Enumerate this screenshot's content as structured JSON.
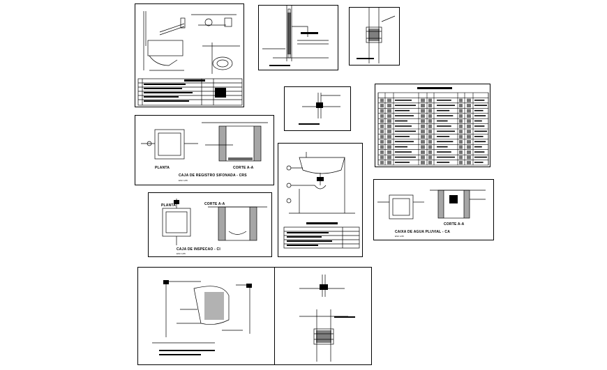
{
  "sheets": {
    "caja_registro": {
      "plan_label": "PLANTA",
      "section_label": "CORTE A-A",
      "title": "CAJA DE REGISTRO SIFONADA - CRS",
      "scale": "ESC 1/25"
    },
    "caja_limpieza": {
      "plan_label": "PLANTA",
      "section_label": "CORTE A-A",
      "title": "CAJA DE INSPECAO - CI",
      "scale": "ESC 1/25"
    },
    "caja_pluvial": {
      "section_label": "CORTE A-A",
      "title": "CAIXA DE AGUA PLUVIAL - CA",
      "scale": "ESC 1/25"
    }
  },
  "legend": {
    "rows": 14
  },
  "colors": {
    "line": "#000000",
    "background": "#ffffff"
  }
}
